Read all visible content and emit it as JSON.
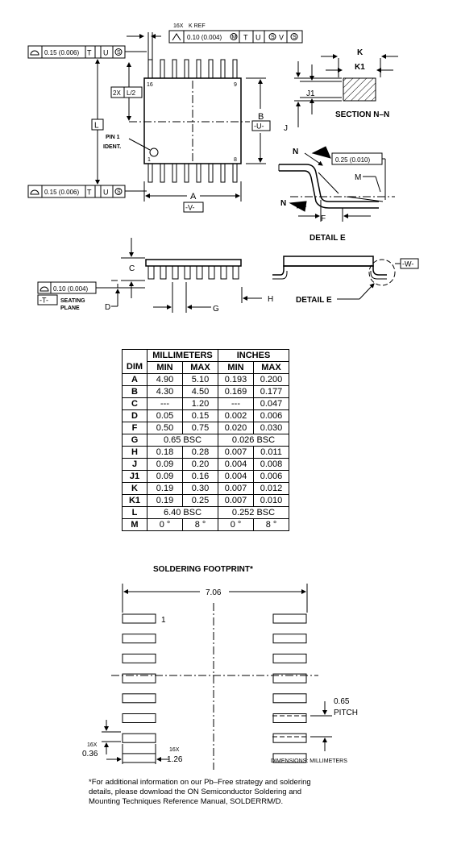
{
  "top_view": {
    "label_16x": "16X",
    "label_kref": "K REF",
    "fcf_kref": {
      "tol": "0.10 (0.004)",
      "mod": "M",
      "d1": "T",
      "d2": "U",
      "mod2": "S",
      "d3": "V",
      "mod3": "S"
    },
    "fcf_top": {
      "tol": "0.15 (0.006)",
      "d1": "T",
      "d2": "U",
      "mod": "S"
    },
    "fcf_bottom": {
      "tol": "0.15 (0.006)",
      "d1": "T",
      "d2": "U",
      "mod": "S"
    },
    "label_2x": "2X",
    "label_l2": "L/2",
    "label_L": "L",
    "pin_16": "16",
    "pin_9": "9",
    "pin_1": "1",
    "pin_8": "8",
    "pin1_ident": [
      "PIN 1",
      "IDENT."
    ],
    "dim_B": "B",
    "datum_U": "-U-",
    "dim_A": "A",
    "datum_V": "-V-"
  },
  "section_nn": {
    "K": "K",
    "K1": "K1",
    "J1": "J1",
    "J": "J",
    "title": "SECTION N–N"
  },
  "detail_e_view": {
    "N_top": "N",
    "N_bottom": "N",
    "fcf": "0.25 (0.010)",
    "M": "M",
    "F": "F",
    "title": "DETAIL E"
  },
  "side_view": {
    "C": "C",
    "fcf": "0.10 (0.004)",
    "datum_T": "-T-",
    "seating": [
      "SEATING",
      "PLANE"
    ],
    "D": "D",
    "G": "G",
    "H": "H",
    "detail_e": "DETAIL E",
    "datum_W": "-W-"
  },
  "table": {
    "headers": [
      "DIM",
      "MILLIMETERS",
      "INCHES"
    ],
    "subheaders": [
      "MIN",
      "MAX",
      "MIN",
      "MAX"
    ],
    "rows": [
      {
        "dim": "A",
        "mm_min": "4.90",
        "mm_max": "5.10",
        "in_min": "0.193",
        "in_max": "0.200"
      },
      {
        "dim": "B",
        "mm_min": "4.30",
        "mm_max": "4.50",
        "in_min": "0.169",
        "in_max": "0.177"
      },
      {
        "dim": "C",
        "mm_min": "---",
        "mm_max": "1.20",
        "in_min": "---",
        "in_max": "0.047"
      },
      {
        "dim": "D",
        "mm_min": "0.05",
        "mm_max": "0.15",
        "in_min": "0.002",
        "in_max": "0.006"
      },
      {
        "dim": "F",
        "mm_min": "0.50",
        "mm_max": "0.75",
        "in_min": "0.020",
        "in_max": "0.030"
      },
      {
        "dim": "G",
        "mm_span": "0.65 BSC",
        "in_span": "0.026 BSC"
      },
      {
        "dim": "H",
        "mm_min": "0.18",
        "mm_max": "0.28",
        "in_min": "0.007",
        "in_max": "0.011"
      },
      {
        "dim": "J",
        "mm_min": "0.09",
        "mm_max": "0.20",
        "in_min": "0.004",
        "in_max": "0.008"
      },
      {
        "dim": "J1",
        "mm_min": "0.09",
        "mm_max": "0.16",
        "in_min": "0.004",
        "in_max": "0.006"
      },
      {
        "dim": "K",
        "mm_min": "0.19",
        "mm_max": "0.30",
        "in_min": "0.007",
        "in_max": "0.012"
      },
      {
        "dim": "K1",
        "mm_min": "0.19",
        "mm_max": "0.25",
        "in_min": "0.007",
        "in_max": "0.010"
      },
      {
        "dim": "L",
        "mm_span": "6.40 BSC",
        "in_span": "0.252 BSC"
      },
      {
        "dim": "M",
        "mm_min": "0 °",
        "mm_max": "8 °",
        "in_min": "0 °",
        "in_max": "8 °"
      }
    ]
  },
  "footprint": {
    "title": "SOLDERING FOOTPRINT*",
    "width": "7.06",
    "pin1": "1",
    "pitch_val": "0.65",
    "pitch_label": "PITCH",
    "pad_w_count": "16X",
    "pad_w": "0.36",
    "pad_l_count": "16X",
    "pad_l": "1.26",
    "units_note": "DIMENSIONS: MILLIMETERS"
  },
  "footnote": [
    "*For additional information on our Pb–Free strategy and soldering",
    "details, please download the ON Semiconductor Soldering and",
    "Mounting Techniques Reference Manual, SOLDERRM/D."
  ]
}
